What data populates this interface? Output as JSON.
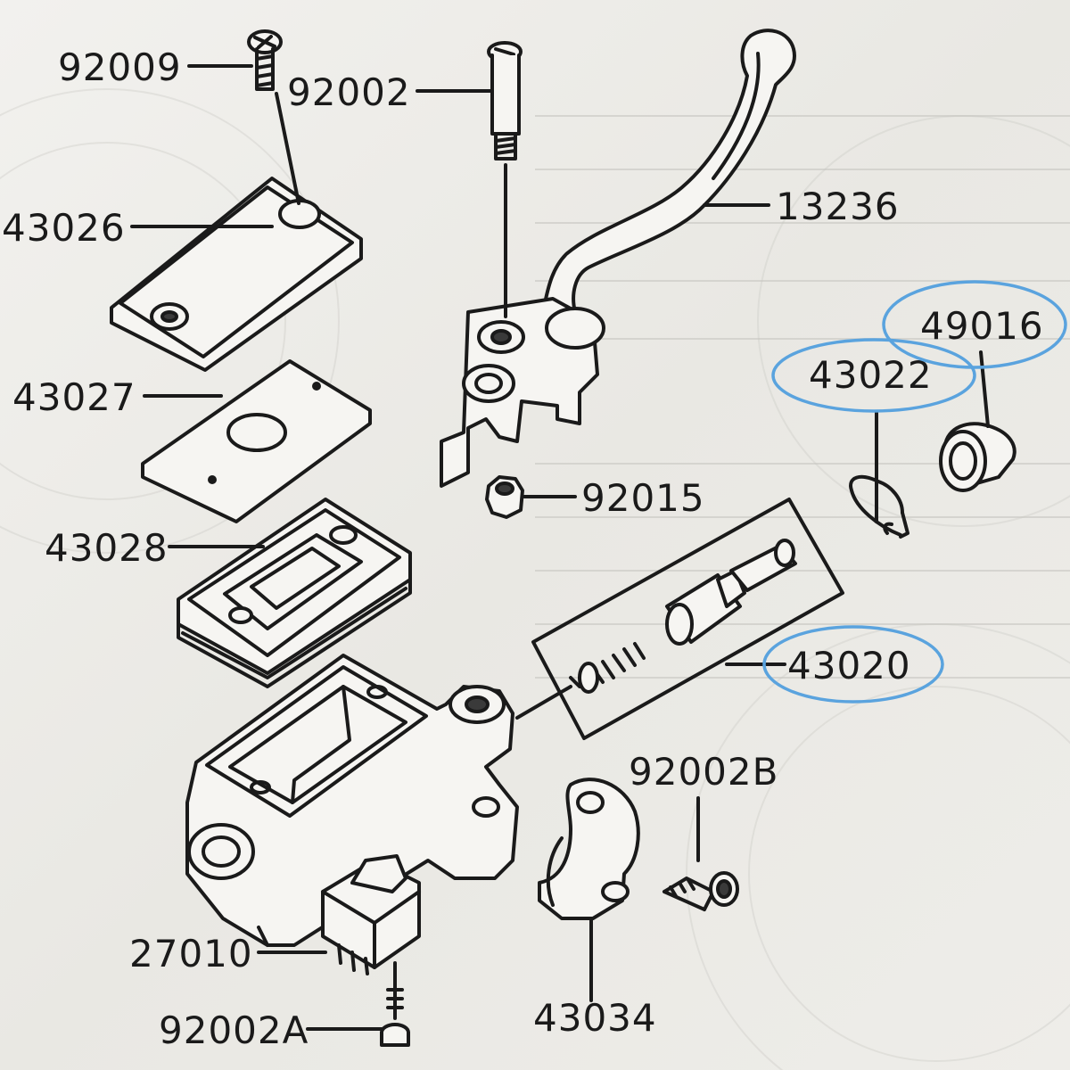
{
  "diagram": {
    "parts": {
      "p92009": "92009",
      "p92002": "92002",
      "p43026": "43026",
      "p13236": "13236",
      "p43027": "43027",
      "p49016": "49016",
      "p43022": "43022",
      "p92015": "92015",
      "p43028": "43028",
      "p43020": "43020",
      "p92002B": "92002B",
      "p27010": "27010",
      "p92002A": "92002A",
      "p43034": "43034"
    },
    "highlighted": [
      "49016",
      "43022",
      "43020"
    ],
    "highlight_color": "#5aa3de"
  }
}
